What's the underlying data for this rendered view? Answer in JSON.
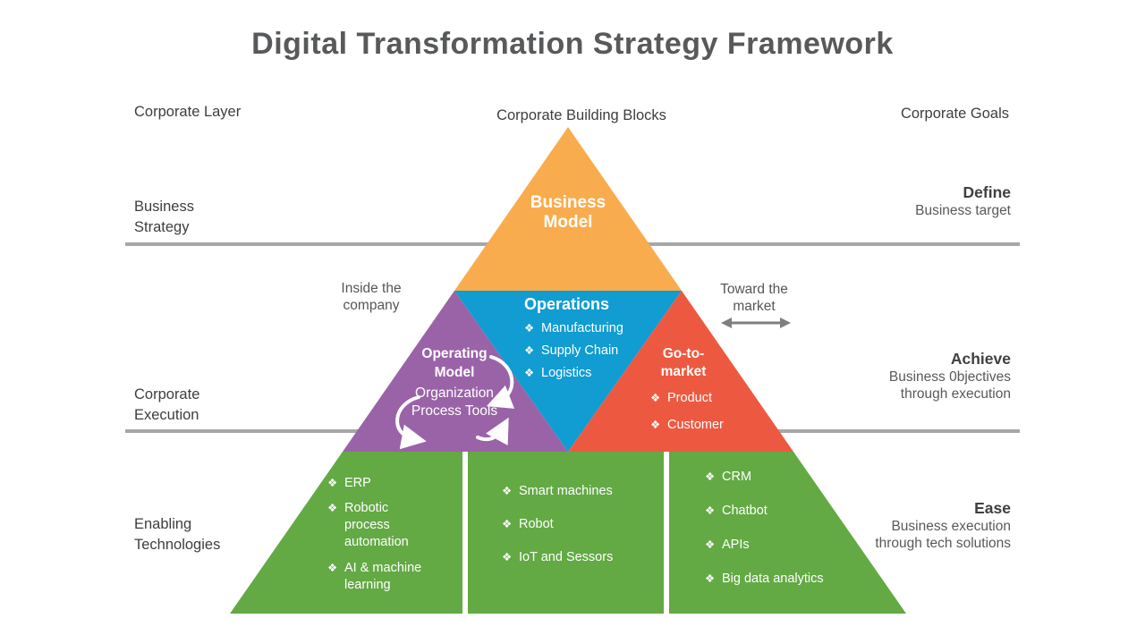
{
  "title": "Digital Transformation Strategy Framework",
  "headers": {
    "left": "Corporate Layer",
    "center": "Corporate Building Blocks",
    "right": "Corporate Goals"
  },
  "left_labels": {
    "row1": "Business Strategy",
    "row2": "Corporate Execution",
    "row3": "Enabling Technologies"
  },
  "goals": {
    "define": {
      "title": "Define",
      "desc": "Business target"
    },
    "achieve": {
      "title": "Achieve",
      "desc": "Business 0bjectives through execution"
    },
    "ease": {
      "title": "Ease",
      "desc": "Business execution through tech solutions"
    }
  },
  "annotations": {
    "inside": "Inside the company",
    "toward": "Toward the market"
  },
  "bullet_char": "❖",
  "pyramid": {
    "business_model": {
      "label": "Business Model",
      "color": "#F9AC4D"
    },
    "operations": {
      "label": "Operations",
      "color": "#119CD2",
      "items": [
        "Manufacturing",
        "Supply Chain",
        "Logistics"
      ]
    },
    "operating_model": {
      "label": "Operating Model",
      "items_text": "Organization Process Tools",
      "color": "#9A63A7"
    },
    "go_to_market": {
      "label": "Go-to-market",
      "color": "#ED5940",
      "items": [
        "Product",
        "Customer"
      ]
    },
    "enabling": {
      "color": "#63A944",
      "columns": [
        [
          "ERP",
          "Robotic process automation",
          "AI & machine learning"
        ],
        [
          "Smart machines",
          "Robot",
          "IoT and Sessors"
        ],
        [
          "CRM",
          "Chatbot",
          "APIs",
          "Big data analytics"
        ]
      ]
    }
  }
}
